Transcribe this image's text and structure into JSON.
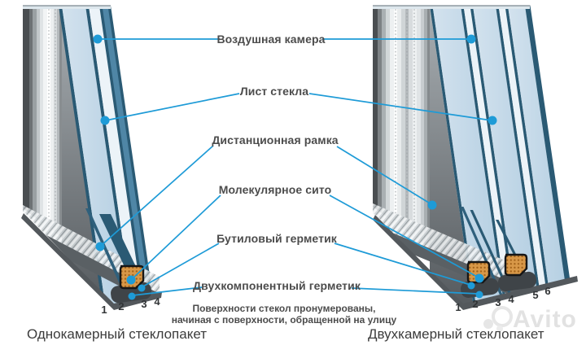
{
  "accent_color": "#1e9bd7",
  "callouts": [
    {
      "id": "air-chamber",
      "text": "Воздушная камера"
    },
    {
      "id": "glass-sheet",
      "text": "Лист стекла"
    },
    {
      "id": "spacer-frame",
      "text": "Дистанционная рамка"
    },
    {
      "id": "molecular-sieve",
      "text": "Молекулярное сито"
    },
    {
      "id": "butyl-sealant",
      "text": "Бутиловый герметик"
    },
    {
      "id": "two-component-sealant",
      "text": "Двухкомпонентный герметик"
    }
  ],
  "note": {
    "line1": "Поверхности стекол пронумерованы,",
    "line2": "начиная с поверхности, обращенной на улицу"
  },
  "captions": {
    "left": "Однокамерный стеклопакет",
    "right": "Двухкамерный стеклопакет"
  },
  "numbers": {
    "left": [
      "1",
      "2",
      "3",
      "4"
    ],
    "right": [
      "1",
      "2",
      "3",
      "4",
      "5",
      "6"
    ]
  },
  "watermark": {
    "text": "Avito"
  },
  "colors": {
    "glass": "#c2d8e8",
    "glass_edge": "#2a5a74",
    "air_gap": "#ecf3f8",
    "molecular_sieve": "#d89848",
    "sealant": "#3f4448",
    "label_text": "#4c4c4c"
  }
}
